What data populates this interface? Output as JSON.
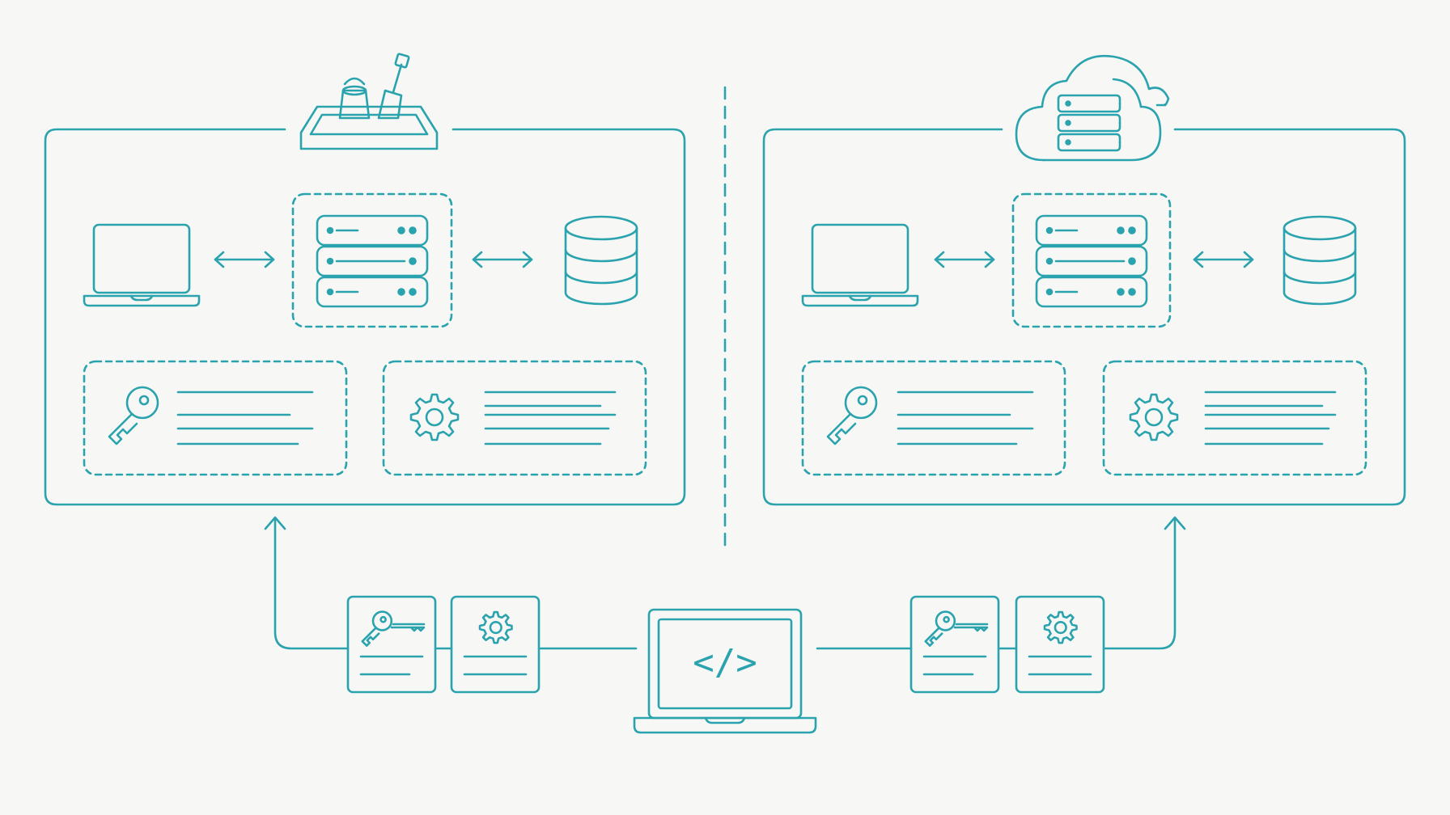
{
  "diagram": {
    "colors": {
      "stroke": "#2aa3ae",
      "background": "#f7f8f5"
    },
    "environments": [
      {
        "id": "sandbox",
        "badge_icon": "sandbox-bucket-shovel-icon",
        "nodes": [
          "laptop-icon",
          "server-rack-icon",
          "database-icon"
        ],
        "config_panels": [
          "key-icon",
          "gear-icon"
        ]
      },
      {
        "id": "cloud",
        "badge_icon": "cloud-server-icon",
        "nodes": [
          "laptop-icon",
          "server-rack-icon",
          "database-icon"
        ],
        "config_panels": [
          "key-icon",
          "gear-icon"
        ]
      }
    ],
    "developer": {
      "icon": "laptop-code-icon",
      "code_glyph": "</>"
    },
    "config_cards": [
      {
        "icon": "key-icon",
        "target": "sandbox"
      },
      {
        "icon": "gear-icon",
        "target": "sandbox"
      },
      {
        "icon": "key-icon",
        "target": "cloud"
      },
      {
        "icon": "gear-icon",
        "target": "cloud"
      }
    ]
  }
}
